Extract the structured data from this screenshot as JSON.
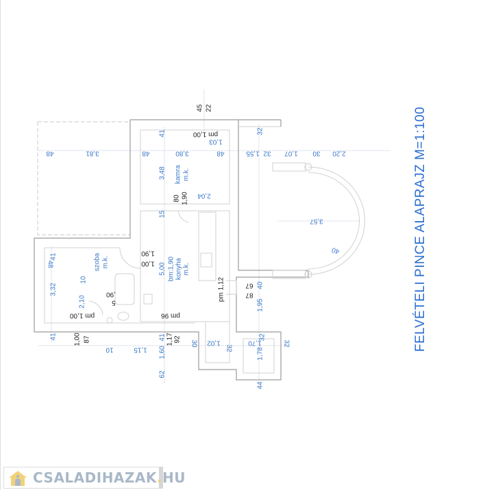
{
  "title": "FELVÉTELI PINCE ALAPRAJZ M=1:100",
  "logo": {
    "name": "CSALADIHAZAK",
    "dot": ".",
    "tld": "HU"
  },
  "colors": {
    "dimension": "#3a78c8",
    "annotation": "#222222",
    "title": "#2b6fcf",
    "wall": "#9a9a9a"
  },
  "labels": [
    "48",
    "3,81",
    "48",
    "3,80",
    "48",
    "1,55",
    "32",
    "1,07",
    "30",
    "2,20",
    "1,03",
    "pm 1,00",
    "2,04",
    "3,57",
    "40",
    "1,90",
    "1,00",
    ",90",
    "5",
    "pm 1,00",
    "pm 96",
    "67",
    "87",
    "1,02",
    "1,70",
    "10",
    "1,15",
    "45",
    "22",
    "41",
    "32",
    "3,48",
    "kamra",
    "m.k.",
    "80",
    "1,90",
    "15",
    "41",
    "48",
    "szoba",
    "m.k.",
    "10",
    "3,32",
    "2,10",
    "5,00",
    "bm:1,90",
    "konyha",
    "m.k.",
    "pm 1,12",
    "40",
    "1,95",
    "41",
    "1,00",
    "87",
    "41",
    "1,17",
    "92",
    "30",
    "32",
    "32",
    "32",
    "1,60",
    "1,78",
    "62",
    "44"
  ]
}
